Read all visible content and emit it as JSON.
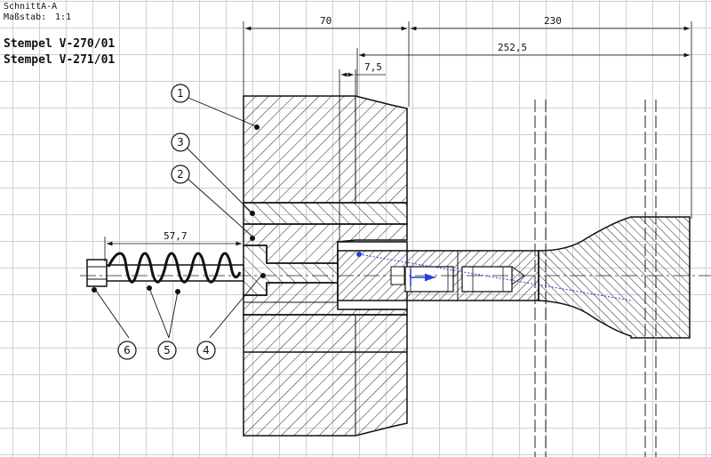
{
  "header": {
    "section_label": "SchnittA-A",
    "scale_label": "Maßstab:",
    "scale_value": "1:1",
    "title_line1": "Stempel V-270/01",
    "title_line2": "Stempel V-271/01"
  },
  "dimensions": {
    "d70": "70",
    "d230": "230",
    "d252_5": "252,5",
    "d7_5": "7,5",
    "d57_7": "57,7"
  },
  "balloons": [
    "1",
    "3",
    "2",
    "6",
    "5",
    "4"
  ],
  "colors": {
    "line": "#111111",
    "grid": "#cdd0d6",
    "annotation": "#2d3fd6"
  }
}
